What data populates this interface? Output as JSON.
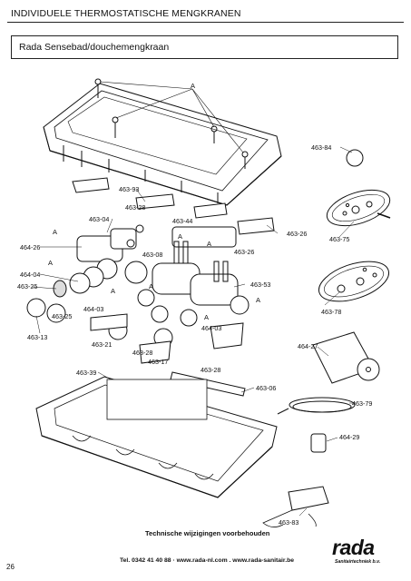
{
  "header": {
    "title": "INDIVIDUELE THERMOSTATISCHE MENGKRANEN"
  },
  "section": {
    "title": "Rada Sensebad/douchemengkraan"
  },
  "callouts": {
    "c463_84": "463-84",
    "c463_93": "463-93",
    "c463_28a": "463-28",
    "c463_04": "463-04",
    "c463_44": "463-44",
    "c463_26": "463-26",
    "c463_75": "463-75",
    "c464_26": "464-26",
    "c463_08": "463-08",
    "c463_26b": "463-26",
    "c464_04": "464-04",
    "c463_53": "463-53",
    "c463_25": "463-25",
    "c464_03x": "464-03",
    "c463_25b": "463-25",
    "c463_78": "463-78",
    "c464_03": "464-03",
    "c463_13": "463-13",
    "c463_21": "463-21",
    "c463_28b": "463-28",
    "c463_17": "463-17",
    "c464_27": "464-27",
    "c463_28c": "463-28",
    "c463_39": "463-39",
    "c463_06": "463-06",
    "c463_79": "463-79",
    "c464_29": "464-29",
    "c463_83": "463-83",
    "a": "A"
  },
  "footer": {
    "note": "Technische wijzigingen voorbehouden",
    "contact": "Tel. 0342 41 40 88 · www.rada-nl.com . www.rada-sanitair.be",
    "page_number": "26"
  },
  "logo": {
    "word": "rada",
    "sub": "Sanitairtechniek b.v."
  }
}
